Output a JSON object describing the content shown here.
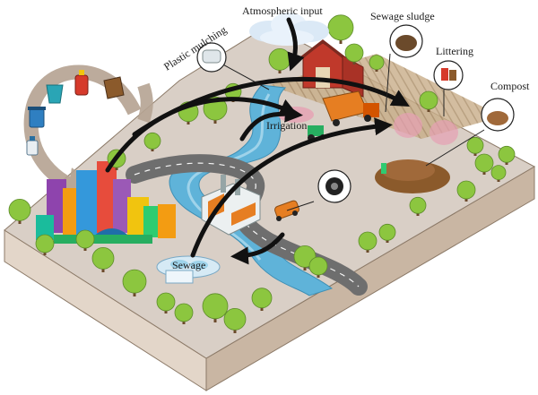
{
  "labels": {
    "atmospheric_input": "Atmospheric input",
    "plastic_mulching": "Plastic mulching",
    "sewage_sludge": "Sewage sludge",
    "littering": "Littering",
    "compost": "Compost",
    "irrigation": "Irrigation",
    "sewage": "Sewage"
  },
  "colors": {
    "ground_top": "#d9cfc6",
    "ground_side": "#c9b6a3",
    "ground_front": "#e3d6c9",
    "river": "#5fb3d9",
    "river_light": "#9fd3ea",
    "road": "#6e6e6e",
    "arrow": "#111111",
    "recycle_arrow": "#b5a392",
    "tree_foliage": "#8cc63f",
    "tree_trunk": "#6b4a2b",
    "barn": "#c0392b",
    "field": "#b89a74",
    "city": [
      "#f39c12",
      "#8e44ad",
      "#3498db",
      "#e74c3c",
      "#2ecc71",
      "#f1c40f",
      "#1abc9c"
    ]
  },
  "icons": [
    "recycle-bin-icon",
    "bottle-icon",
    "bag-icon",
    "bucket-icon",
    "tire-icon",
    "car-icon",
    "factory-icon",
    "cloud-icon",
    "barn-icon",
    "truck-icon",
    "tractor-icon"
  ]
}
